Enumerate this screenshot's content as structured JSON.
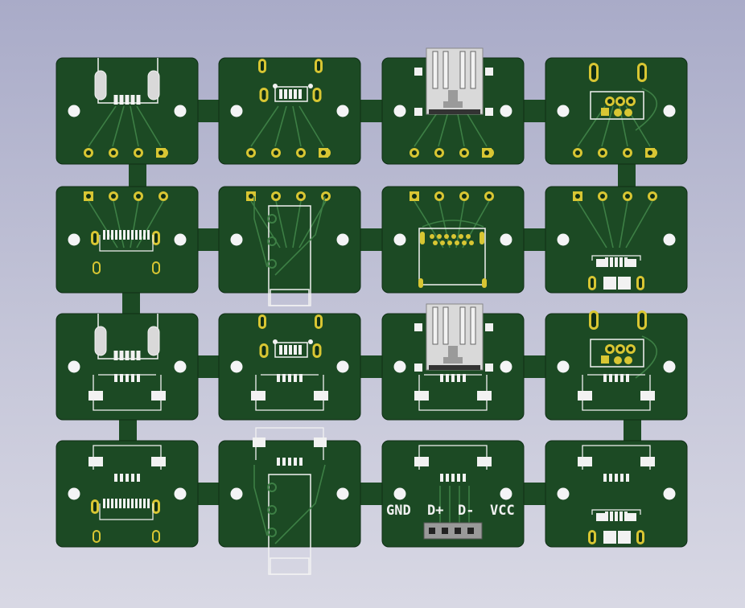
{
  "colors": {
    "pcb": "#1c4a24",
    "pcb_edge": "#0f2e15",
    "silk": "#f2f2f2",
    "copper": "#d8c633",
    "trace": "#3d7f45",
    "hole": "#f4f4f6",
    "connector_metal": "#d9d9d9"
  },
  "silkscreen": {
    "gnd": "GND",
    "dplus": "D+",
    "dminus": "D-",
    "vcc": "VCC"
  },
  "panel": {
    "rows": 4,
    "columns": 4,
    "boards": [
      {
        "row": 1,
        "col": 1,
        "variant": "usb-a-receptacle"
      },
      {
        "row": 1,
        "col": 2,
        "variant": "micro-usb-through-hole"
      },
      {
        "row": 1,
        "col": 3,
        "variant": "mini-usb-receptacle"
      },
      {
        "row": 1,
        "col": 4,
        "variant": "usb-b-receptacle"
      },
      {
        "row": 2,
        "col": 1,
        "variant": "usb-c-16pin"
      },
      {
        "row": 2,
        "col": 2,
        "variant": "usb-a-vertical"
      },
      {
        "row": 2,
        "col": 3,
        "variant": "usb-3-micro-b"
      },
      {
        "row": 2,
        "col": 4,
        "variant": "micro-usb-smd"
      },
      {
        "row": 3,
        "col": 1,
        "variant": "usb-a-to-micro"
      },
      {
        "row": 3,
        "col": 2,
        "variant": "micro-to-micro"
      },
      {
        "row": 3,
        "col": 3,
        "variant": "mini-usb-to-micro"
      },
      {
        "row": 3,
        "col": 4,
        "variant": "usb-b-to-micro"
      },
      {
        "row": 4,
        "col": 1,
        "variant": "micro-to-usb-c"
      },
      {
        "row": 4,
        "col": 2,
        "variant": "micro-to-usb-a-vertical"
      },
      {
        "row": 4,
        "col": 3,
        "variant": "micro-usb-pin-header"
      },
      {
        "row": 4,
        "col": 4,
        "variant": "micro-to-micro-smd"
      }
    ]
  }
}
